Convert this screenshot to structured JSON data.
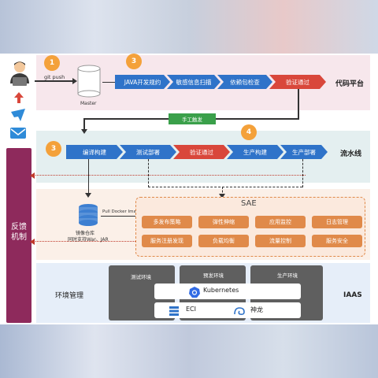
{
  "colors": {
    "accent_orange": "#f4a13a",
    "blue_step": "#2f73c9",
    "red_step": "#d9473b",
    "sae_button": "#e08a4a",
    "feedback_bar": "#8e2a5c",
    "trigger_green": "#3aa04a"
  },
  "icons": {
    "developer": "person-laptop-icon",
    "master": "database-cylinder-icon",
    "mirror": "database-stack-icon",
    "dingtalk": "dingtalk-icon",
    "mail": "mail-icon",
    "kubernetes": "kubernetes-icon",
    "ecs": "server-icon",
    "shenlong": "shenlong-icon"
  },
  "code_platform": {
    "git_push": "git push",
    "master": "Master",
    "step_number": "3",
    "git_number": "1",
    "steps": [
      "JAVA开发规约",
      "敏感信息扫描",
      "依赖包检查",
      "验证通过"
    ],
    "title": "代码平台"
  },
  "trigger": {
    "label": "手工触发"
  },
  "pipeline": {
    "step_number_left": "3",
    "step_number_right": "4",
    "steps": [
      "编译构建",
      "测试部署",
      "验证通过",
      "生产构建",
      "生产部署"
    ],
    "title": "流水线"
  },
  "sae_zone": {
    "mirror_repo": "镜像仓库",
    "mirror_support": "同时支持War、JAR",
    "pull_label": "Pull Docker Image",
    "title": "SAE",
    "services": [
      "多发布策略",
      "弹性伸缩",
      "应用监控",
      "日志管理",
      "服务注册发现",
      "负载均衡",
      "流量控制",
      "服务安全"
    ]
  },
  "iaas": {
    "env_title": "环境管理",
    "envs": [
      "测试环境",
      "预发环境",
      "生产环境"
    ],
    "kubernetes": "Kubernetes",
    "eci": "ECI",
    "shenlong": "神龙",
    "title": "IAAS"
  },
  "feedback": {
    "label": "反馈机制"
  }
}
